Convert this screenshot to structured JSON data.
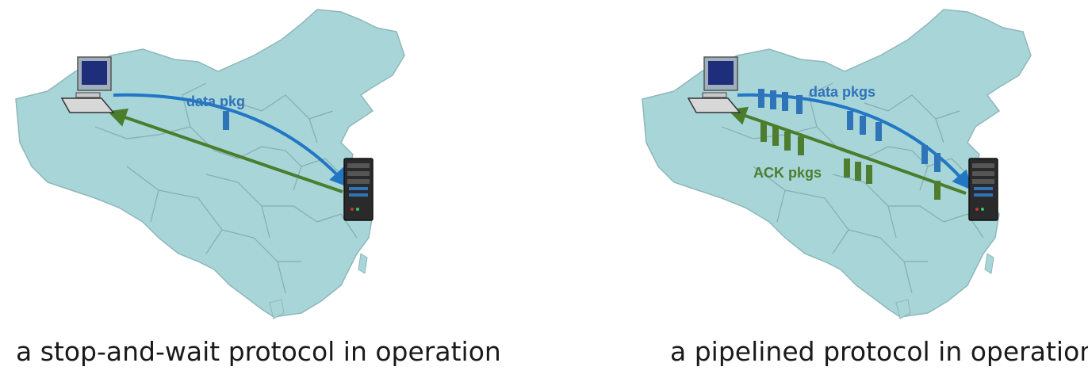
{
  "left_panel": {
    "caption": "a stop-and-wait protocol in operation",
    "data_label": "data pkg",
    "data_packets": 1,
    "ack_packets": 0
  },
  "right_panel": {
    "caption": "a pipelined protocol in operation",
    "data_label": "data pkgs",
    "ack_label": "ACK pkgs",
    "data_packets": 9,
    "ack_packets": 8
  },
  "colors": {
    "map_fill": "#a7d5d8",
    "map_border": "#8fb7ba",
    "data_arrow": "#2277c4",
    "ack_arrow": "#4a7d2c",
    "data_packet": "#2f73b9",
    "ack_packet": "#4f7d2f"
  },
  "icons": {
    "client": "desktop-computer-icon",
    "server": "server-tower-icon"
  }
}
